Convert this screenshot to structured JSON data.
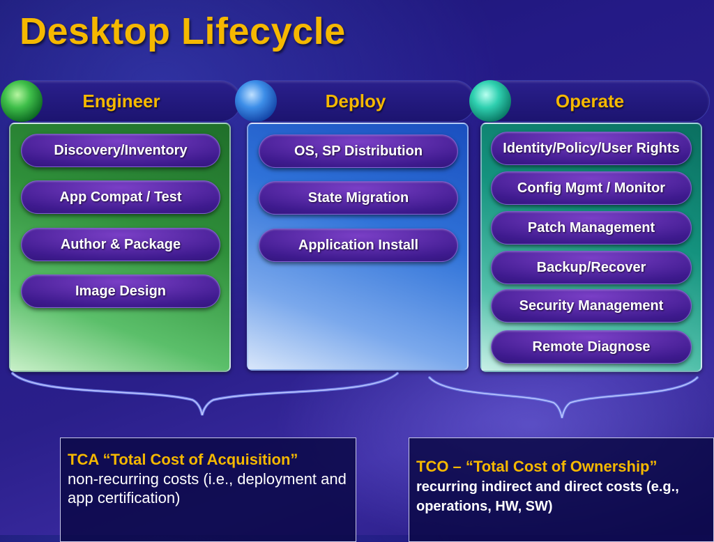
{
  "title": "Desktop Lifecycle",
  "columns": [
    {
      "header": "Engineer",
      "items": [
        "Discovery/Inventory",
        "App Compat / Test",
        "Author & Package",
        "Image Design"
      ]
    },
    {
      "header": "Deploy",
      "items": [
        "OS, SP Distribution",
        "State Migration",
        "Application Install"
      ]
    },
    {
      "header": "Operate",
      "items": [
        "Identity/Policy/User Rights",
        "Config Mgmt / Monitor",
        "Patch Management",
        "Backup/Recover",
        "Security Management",
        "Remote Diagnose"
      ]
    }
  ],
  "tca": {
    "title": "TCA “Total Cost of Acquisition”",
    "desc": "non-recurring costs (i.e., deployment and app certification)"
  },
  "tco": {
    "title": "TCO – “Total Cost of Ownership”",
    "desc": "recurring indirect and direct costs (e.g., operations, HW, SW)"
  },
  "colors": {
    "accent": "#f5b800",
    "engineer": "#2e8b3c",
    "deploy": "#2f6fd6",
    "operate": "#14a08a"
  }
}
